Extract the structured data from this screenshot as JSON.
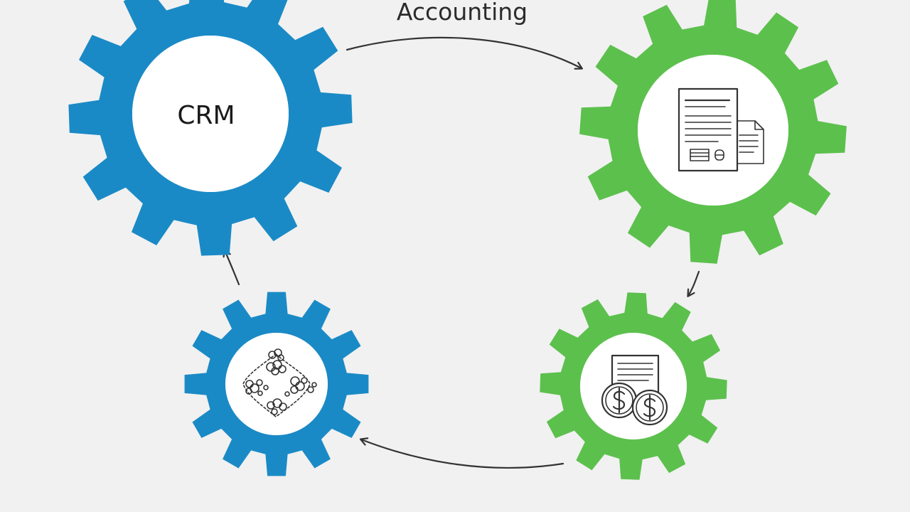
{
  "title_label": "Accounting",
  "gears": [
    {
      "id": "crm",
      "label": "CRM",
      "color": "#1a8ac6",
      "icon": "text-label"
    },
    {
      "id": "accounting",
      "label": "",
      "color": "#5cc04d",
      "icon": "document-icon"
    },
    {
      "id": "billing",
      "label": "",
      "color": "#5cc04d",
      "icon": "invoice-coins-icon"
    },
    {
      "id": "network",
      "label": "",
      "color": "#1a8ac6",
      "icon": "network-icon"
    }
  ],
  "arrows": [
    {
      "from": "crm",
      "to": "accounting"
    },
    {
      "from": "accounting",
      "to": "billing"
    },
    {
      "from": "billing",
      "to": "network"
    },
    {
      "from": "network",
      "to": "crm"
    }
  ],
  "colors": {
    "blue": "#1a8ac6",
    "green": "#5cc04d",
    "background": "#f1f1f1",
    "ink": "#333333"
  }
}
